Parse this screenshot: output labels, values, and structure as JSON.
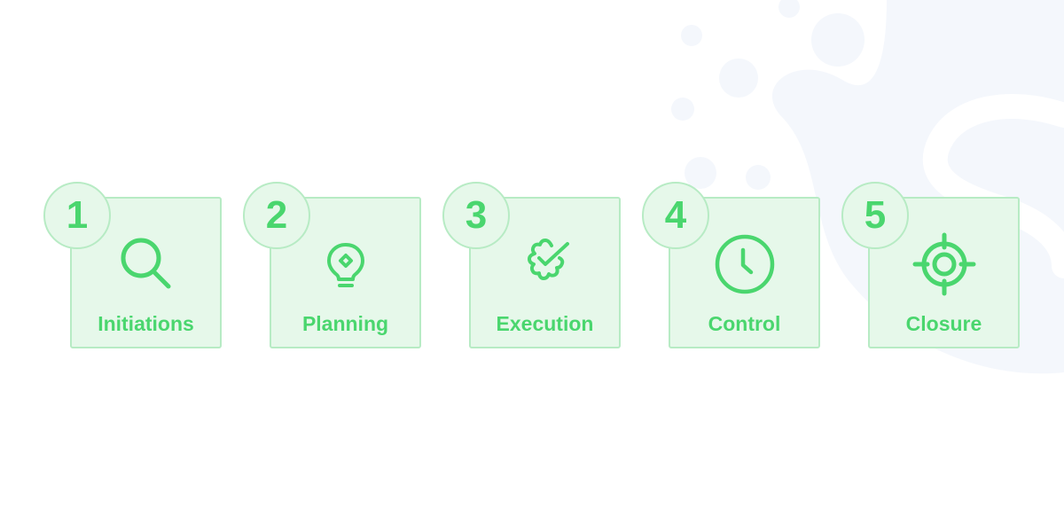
{
  "steps": [
    {
      "number": "1",
      "label": "Initiations",
      "icon": "search-icon"
    },
    {
      "number": "2",
      "label": "Planning",
      "icon": "lightbulb-icon"
    },
    {
      "number": "3",
      "label": "Execution",
      "icon": "gear-check-icon"
    },
    {
      "number": "4",
      "label": "Control",
      "icon": "clock-icon"
    },
    {
      "number": "5",
      "label": "Closure",
      "icon": "target-icon"
    }
  ],
  "colors": {
    "accent": "#4ad66e",
    "card_fill": "#e6f8ea",
    "card_border": "#b7ebc4",
    "background": "#ffffff",
    "decoration": "#f3f6fc"
  }
}
